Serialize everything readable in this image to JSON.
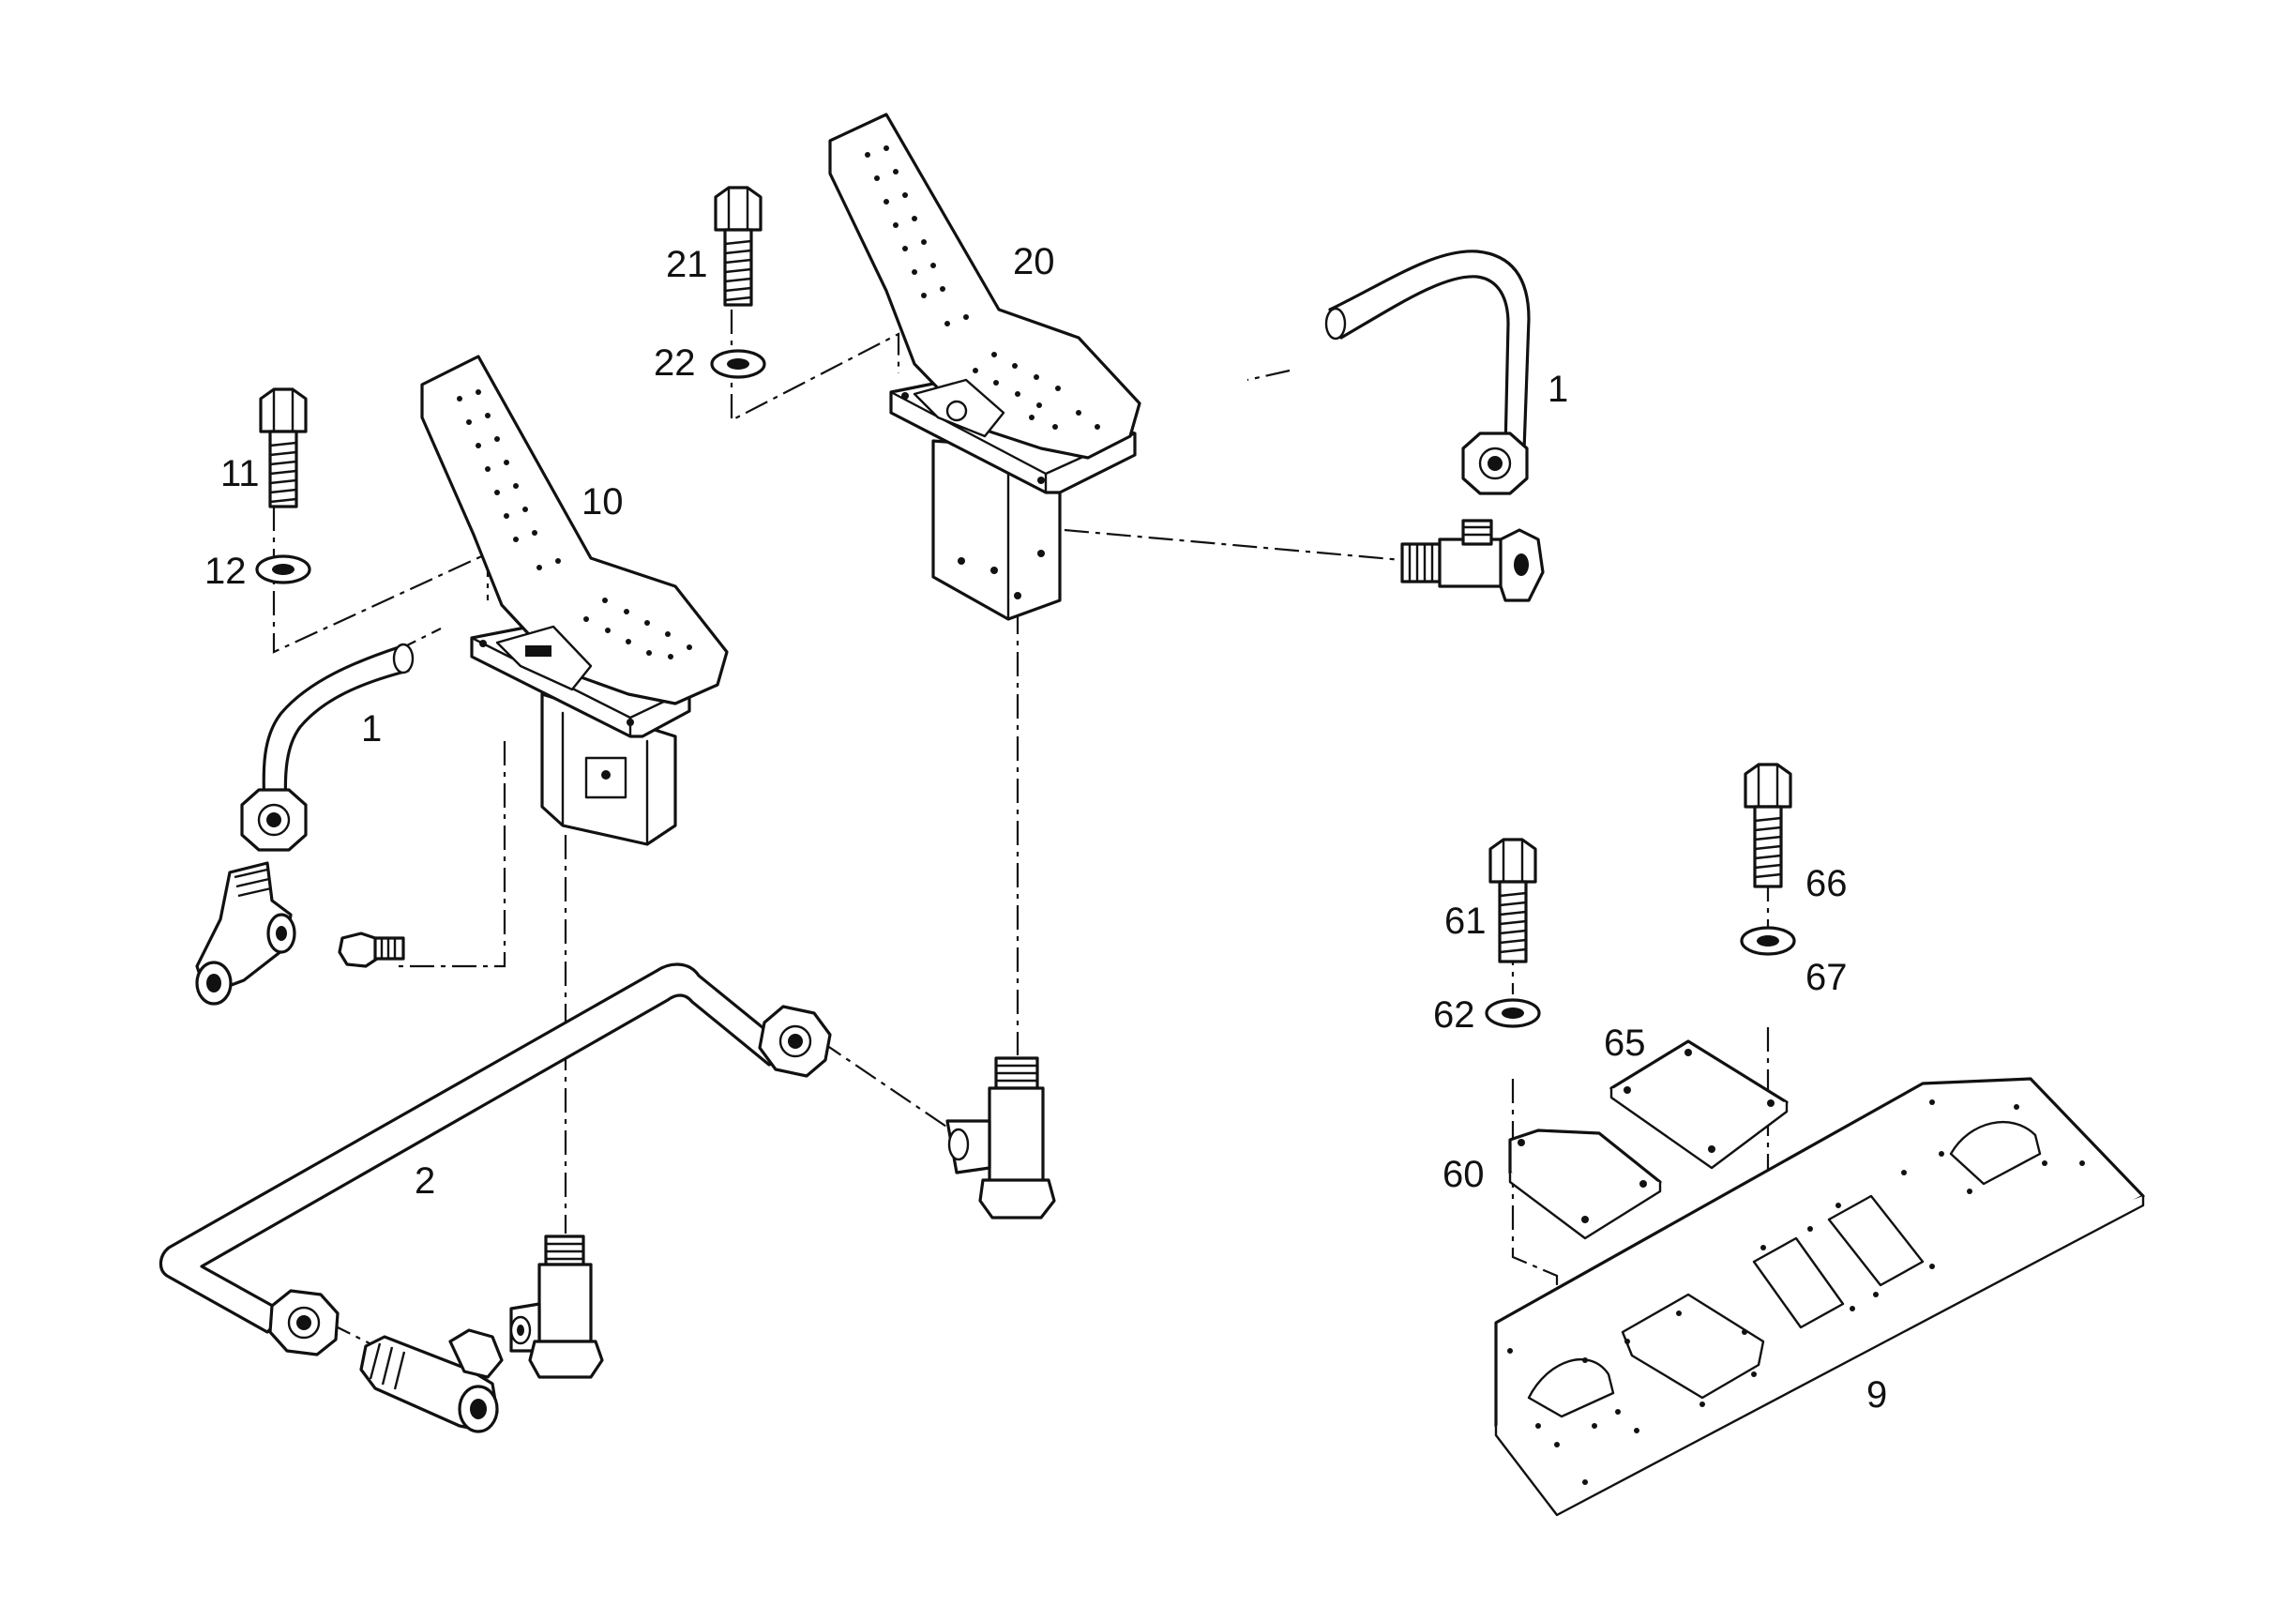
{
  "colors": {
    "ink": "#111111",
    "background": "#ffffff"
  },
  "callouts": {
    "c1_right": "1",
    "c1_left": "1",
    "c2": "2",
    "c9": "9",
    "c10": "10",
    "c11": "11",
    "c12": "12",
    "c20": "20",
    "c21": "21",
    "c22": "22",
    "c60": "60",
    "c61": "61",
    "c62": "62",
    "c65": "65",
    "c66": "66",
    "c67": "67"
  }
}
